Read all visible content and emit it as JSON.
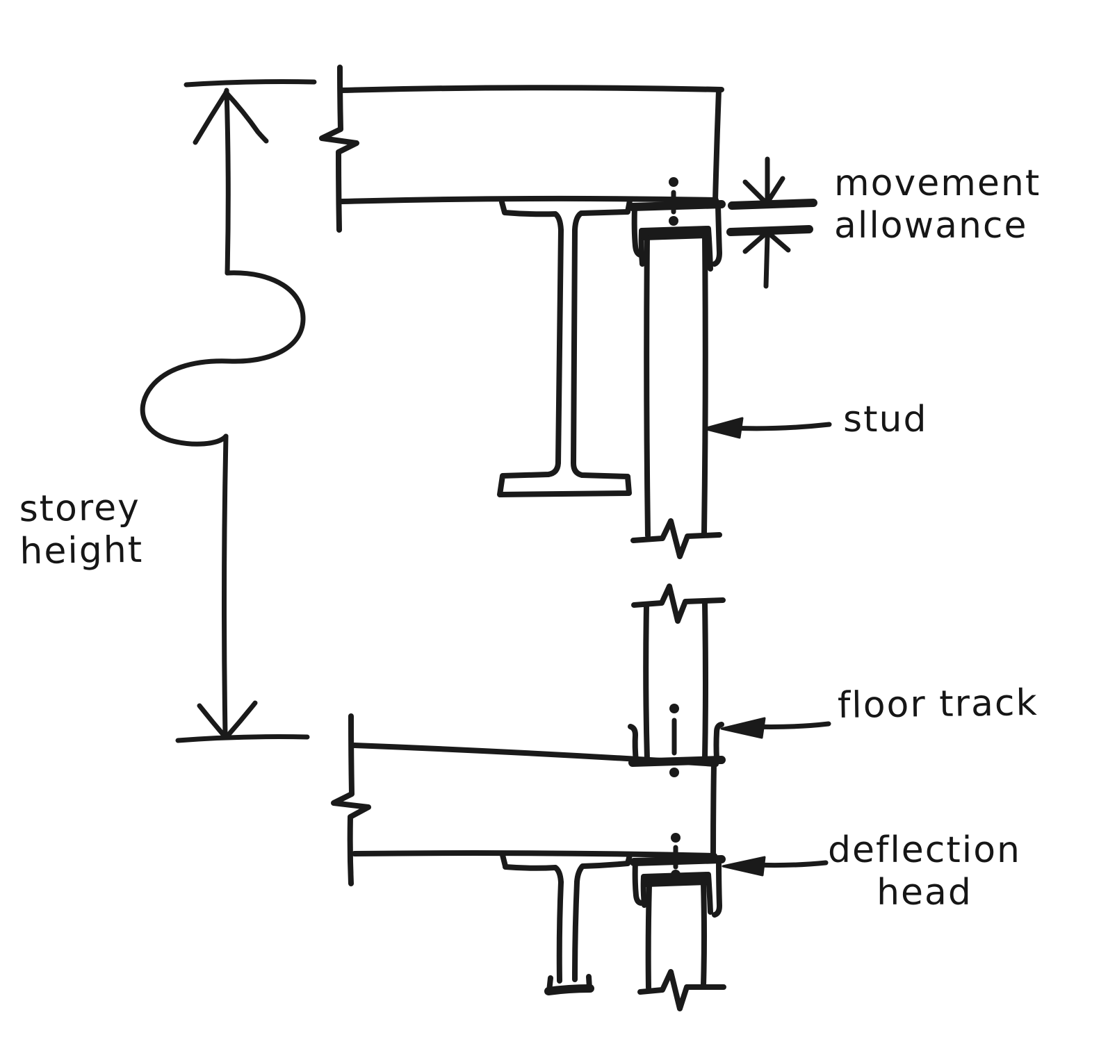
{
  "diagram": {
    "kind": "hand-sketched construction detail, section through metal stud partition head and base",
    "labels": {
      "movement_allowance": "movement\nallowance",
      "stud": "stud",
      "storey_height": "storey\nheight",
      "floor_track": "floor track",
      "deflection_head": "deflection\nhead"
    },
    "colors": {
      "ink": "#1a1a1a",
      "paper": "#ffffff"
    }
  }
}
